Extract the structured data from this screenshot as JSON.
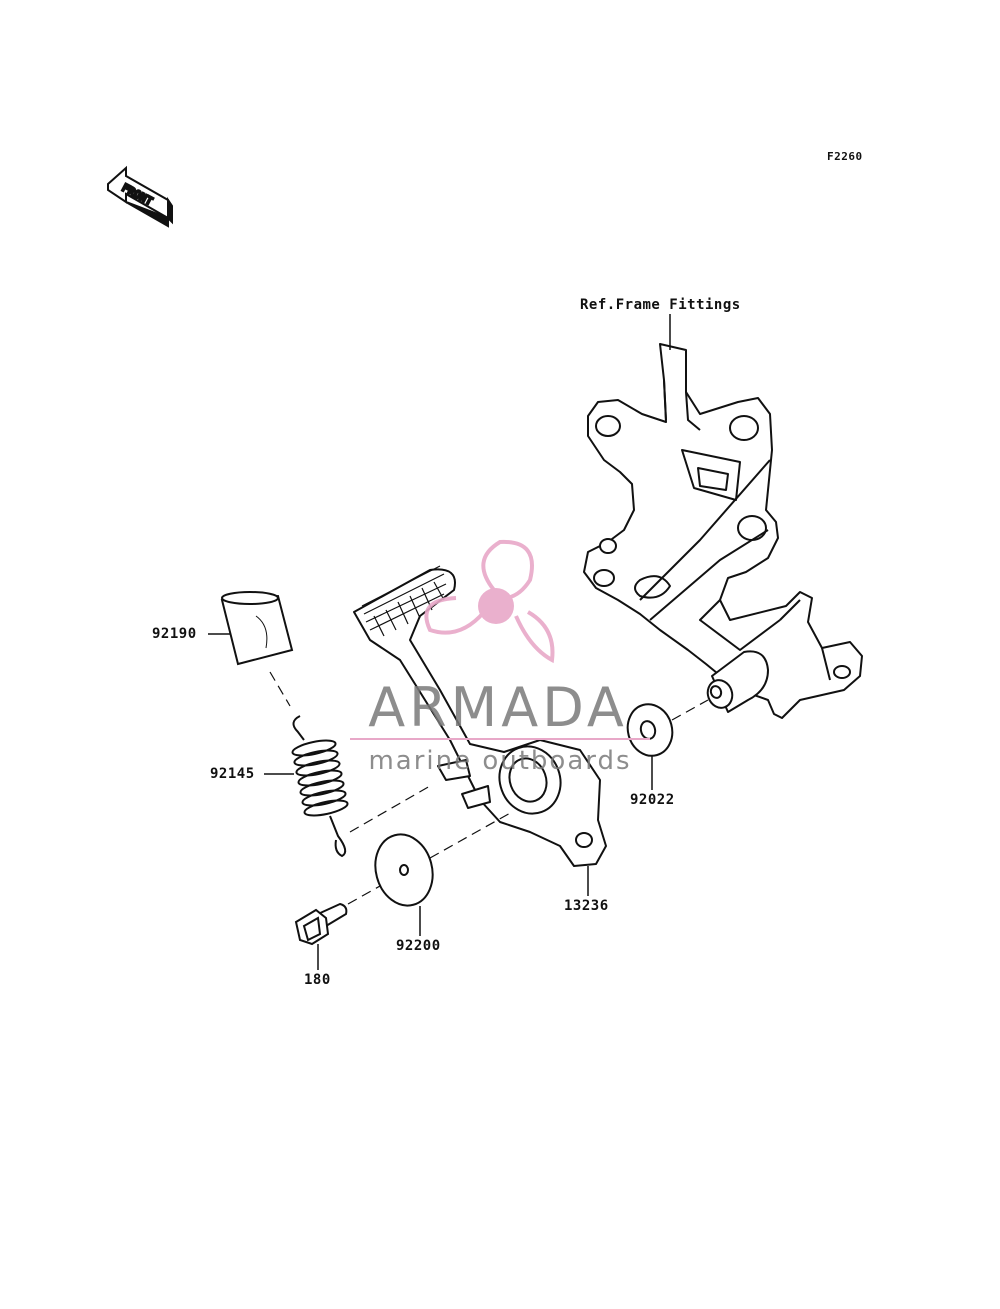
{
  "diagram_code": "F2260",
  "front_label": "FRONT",
  "ref_label": "Ref.Frame Fittings",
  "parts": {
    "p92190": "92190",
    "p92145": "92145",
    "p92022": "92022",
    "p13236": "13236",
    "p92200": "92200",
    "p180": "180"
  },
  "watermark": {
    "title": "ARMADA",
    "subtitle": "marine outboards",
    "accent_color": "#e8a8c8",
    "text_color": "#7a7a7a"
  }
}
